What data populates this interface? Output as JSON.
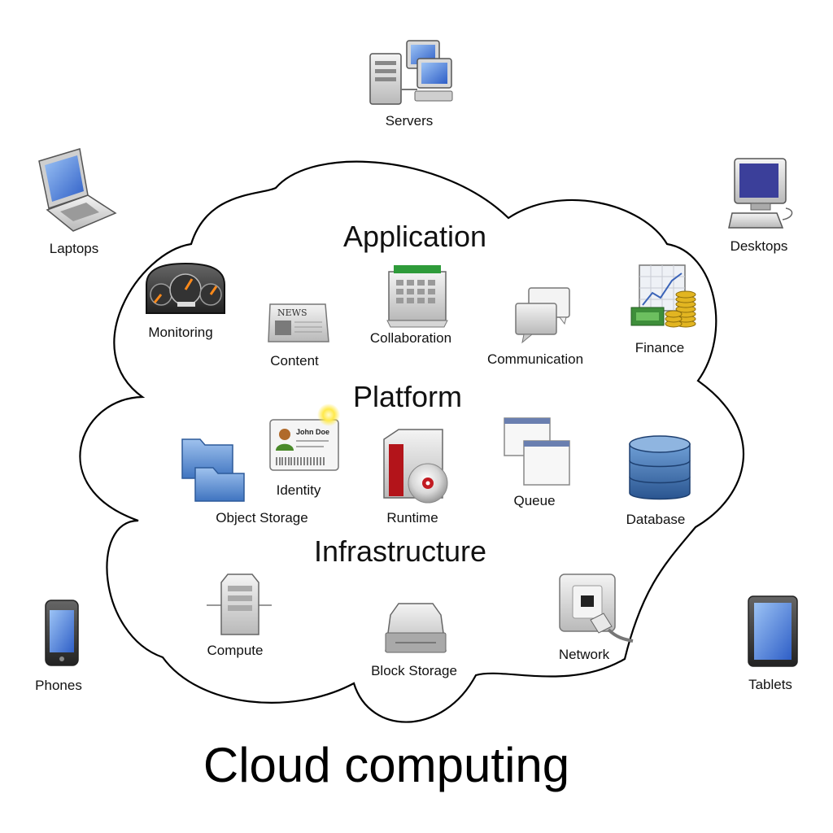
{
  "title": "Cloud computing",
  "sections": {
    "application": "Application",
    "platform": "Platform",
    "infrastructure": "Infrastructure"
  },
  "devices": {
    "servers": {
      "label": "Servers",
      "icon": "servers-icon"
    },
    "laptops": {
      "label": "Laptops",
      "icon": "laptop-icon"
    },
    "desktops": {
      "label": "Desktops",
      "icon": "desktop-icon"
    },
    "phones": {
      "label": "Phones",
      "icon": "phone-icon"
    },
    "tablets": {
      "label": "Tablets",
      "icon": "tablet-icon"
    }
  },
  "application": {
    "monitoring": {
      "label": "Monitoring",
      "icon": "dashboard-gauge-icon"
    },
    "content": {
      "label": "Content",
      "icon": "newspaper-icon",
      "icon_text": "NEWS"
    },
    "collaboration": {
      "label": "Collaboration",
      "icon": "calendar-icon"
    },
    "communication": {
      "label": "Communication",
      "icon": "chat-bubbles-icon"
    },
    "finance": {
      "label": "Finance",
      "icon": "finance-chart-money-icon"
    }
  },
  "platform": {
    "object_storage": {
      "label": "Object Storage",
      "icon": "folders-icon"
    },
    "identity": {
      "label": "Identity",
      "icon": "id-card-icon",
      "icon_text": "John Doe"
    },
    "runtime": {
      "label": "Runtime",
      "icon": "runtime-box-disc-icon"
    },
    "queue": {
      "label": "Queue",
      "icon": "stacked-windows-icon"
    },
    "database": {
      "label": "Database",
      "icon": "database-icon"
    }
  },
  "infrastructure": {
    "compute": {
      "label": "Compute",
      "icon": "server-tower-icon"
    },
    "block_storage": {
      "label": "Block Storage",
      "icon": "hard-drive-icon"
    },
    "network": {
      "label": "Network",
      "icon": "network-jack-icon"
    }
  },
  "colors": {
    "cloud_stroke": "#000000",
    "screen_blue": "#3a6fd8",
    "folder_blue": "#5b8fd6",
    "db_blue": "#3b6ca8",
    "money_green": "#3e8e3a",
    "coin_gold": "#e2b521",
    "runtime_red": "#b3141a"
  }
}
